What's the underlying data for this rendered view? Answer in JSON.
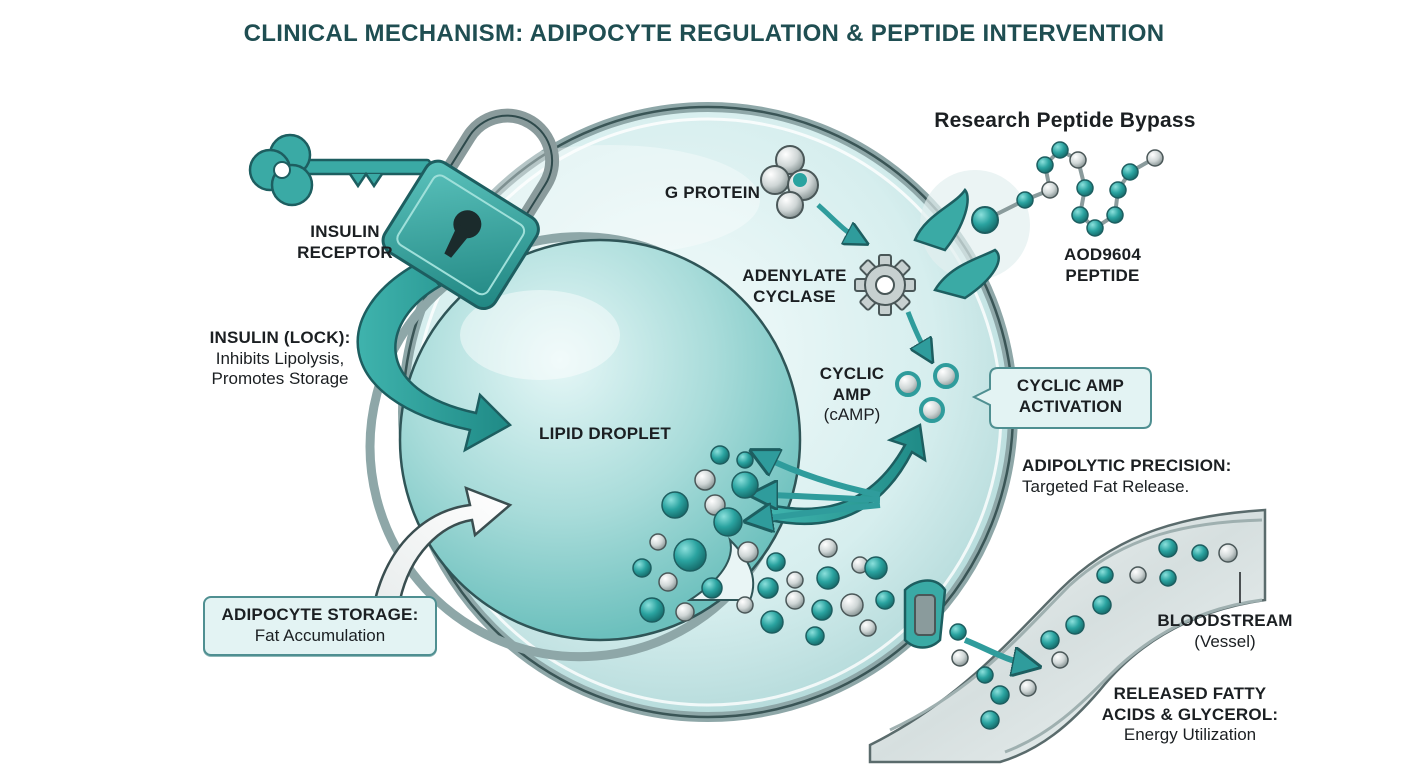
{
  "title": "CLINICAL MECHANISM: ADIPOCYTE REGULATION & PEPTIDE INTERVENTION",
  "labels": {
    "insulin_receptor": [
      "INSULIN",
      "RECEPTOR"
    ],
    "insulin_lock_title": "INSULIN (LOCK):",
    "insulin_lock_desc": [
      "Inhibits Lipolysis,",
      "Promotes Storage"
    ],
    "adipocyte_storage_title": "ADIPOCYTE STORAGE:",
    "adipocyte_storage_desc": "Fat Accumulation",
    "lipid_droplet": "LIPID DROPLET",
    "g_protein": "G PROTEIN",
    "adenylate_cyclase": [
      "ADENYLATE",
      "CYCLASE"
    ],
    "cyclic_amp": [
      "CYCLIC",
      "AMP"
    ],
    "camp": "(cAMP)",
    "cyclic_amp_activation": [
      "CYCLIC AMP",
      "ACTIVATION"
    ],
    "research_peptide_bypass": "Research Peptide Bypass",
    "aod9604_peptide": [
      "AOD9604",
      "PEPTIDE"
    ],
    "adipolytic_precision_title": "ADIPOLYTIC PRECISION:",
    "adipolytic_precision_desc": "Targeted Fat Release.",
    "bloodstream_title": "BLOODSTREAM",
    "bloodstream_desc": "(Vessel)",
    "released_title": [
      "RELEASED FATTY",
      "ACIDS & GLYCEROL:"
    ],
    "released_desc": "Energy Utilization"
  },
  "colors": {
    "title": "#1f4e52",
    "teal": "#2f9c9c",
    "teal_dark": "#1f6f72",
    "cell_fill": "#d8efef",
    "outline": "#2c4a4c"
  },
  "icons": [
    "key-icon",
    "padlock-icon",
    "g-protein-icon",
    "gear-icon",
    "peptide-chain-icon",
    "channel-protein-icon"
  ]
}
